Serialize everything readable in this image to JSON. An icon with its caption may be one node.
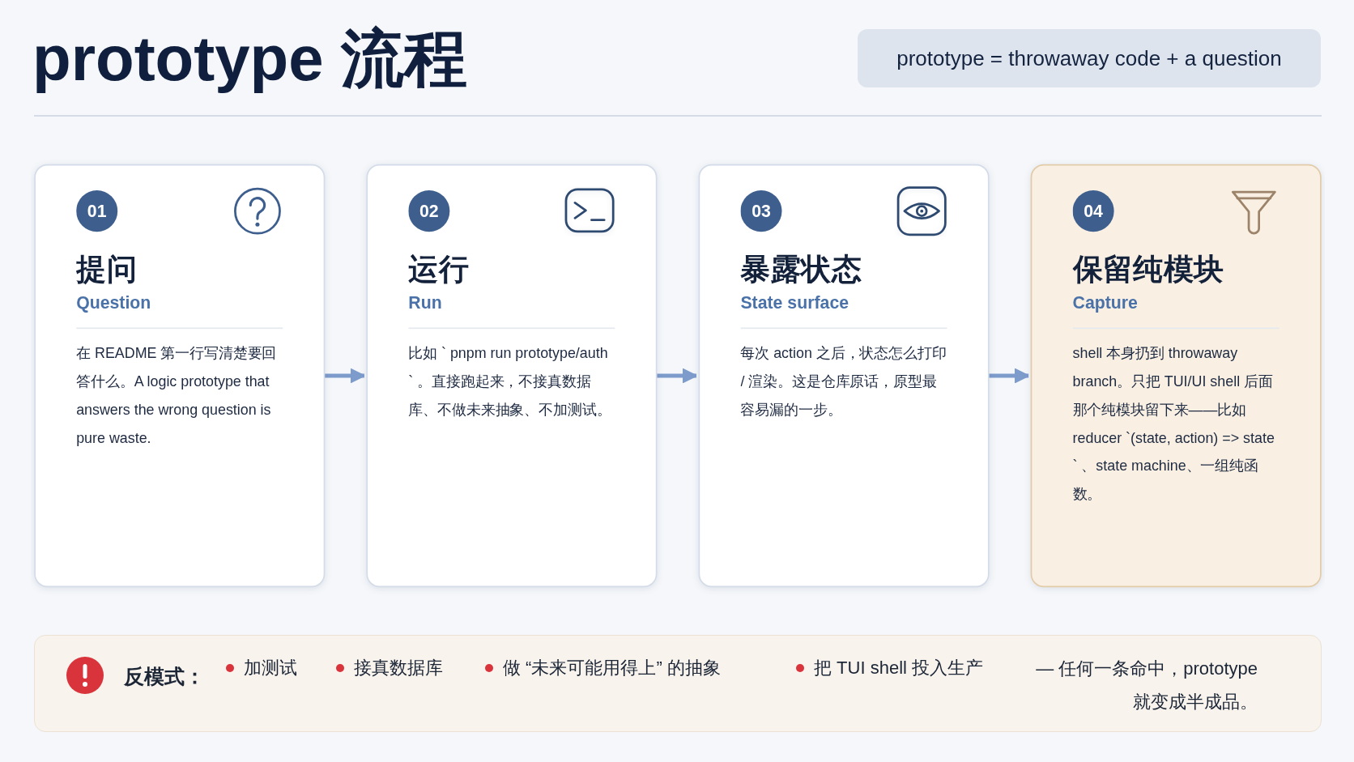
{
  "diagram": {
    "title": "prototype 流程",
    "nodes": [
      {
        "text": [
          "01",
          "提问",
          "Question",
          "在 README 第一行写清楚要回答什么。A logic prototype that answers the wrong question is pure waste."
        ]
      },
      {
        "text": [
          "02",
          "运行",
          "Run",
          "比如 ` pnpm run prototype/auth ` 。直接跑起来，不接真数据库、不做未来抽象、不加测试。"
        ]
      },
      {
        "text": [
          "03",
          "暴露状态",
          "State surface",
          "每次 action 之后，状态怎么打印 / 渲染。这是仓库原话，原型最容易漏的一步。"
        ]
      },
      {
        "text": [
          "04",
          "保留纯模块",
          "Capture",
          "shell 本身扔到 throwaway branch。只把 TUI/UI shell 后面那个纯模块留下来——比如 reducer `(state, action) => state ` 、state machine、一组纯函数。"
        ]
      }
    ],
    "edges": [
      {
        "from": 0,
        "to": 1,
        "arrow": "to"
      },
      {
        "from": 1,
        "to": 2,
        "arrow": "to"
      },
      {
        "from": 2,
        "to": 3,
        "arrow": "to"
      }
    ],
    "labels": [
      "prototype = throwaway code + a question",
      "反模式：",
      "加测试",
      "接真数据库",
      "做 “未来可能用得上” 的抽象",
      "把 TUI shell 投入生产",
      "— 任何一条命中，prototype 就变成半成品。"
    ]
  }
}
